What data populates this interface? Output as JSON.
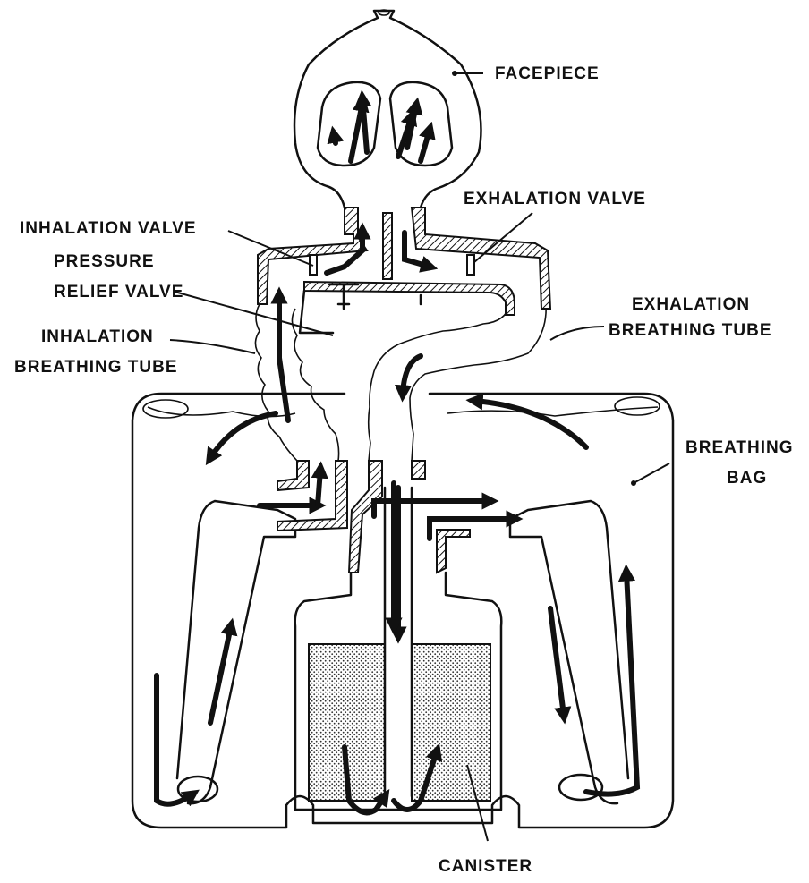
{
  "labels": {
    "facepiece": "FACEPIECE",
    "exhalation_valve": "EXHALATION VALVE",
    "inhalation_valve": "INHALATION VALVE",
    "pressure": "PRESSURE",
    "relief_valve": "RELIEF VALVE",
    "exhalation": "EXHALATION",
    "exhalation_tube": "BREATHING TUBE",
    "inhalation": "INHALATION",
    "inhalation_tube": "BREATHING TUBE",
    "breathing": "BREATHING",
    "bag": "BAG",
    "canister": "CANISTER"
  }
}
